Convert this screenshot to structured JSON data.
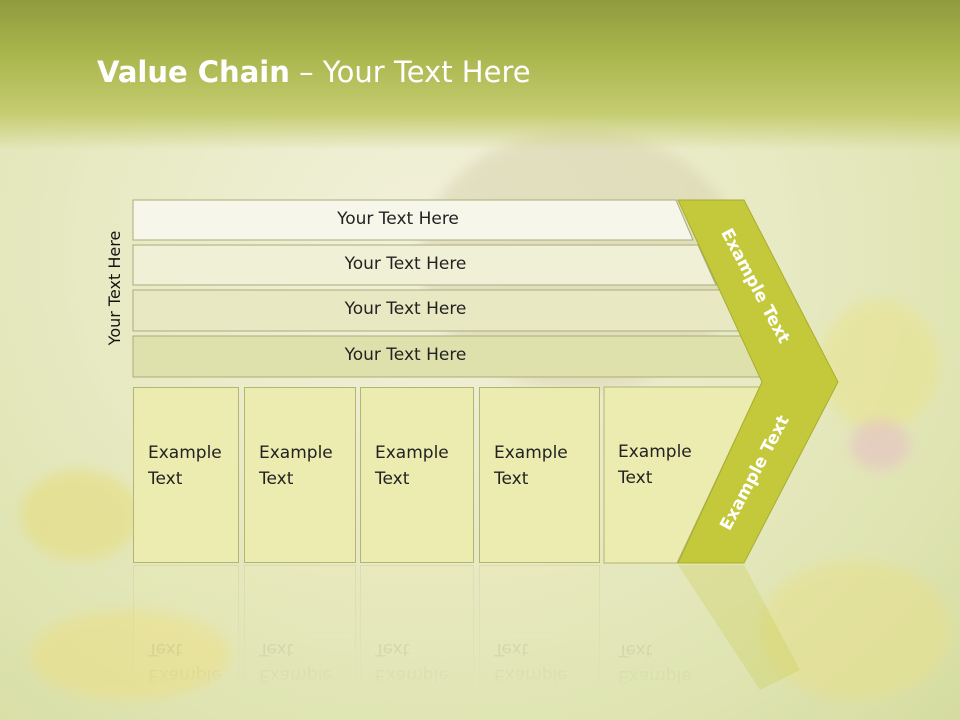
{
  "title": {
    "bold": "Value Chain",
    "rest": " – Your Text Here"
  },
  "side_label": "Your Text Here",
  "bars": [
    {
      "label": "Your Text Here"
    },
    {
      "label": "Your Text Here"
    },
    {
      "label": "Your Text Here"
    },
    {
      "label": "Your Text Here"
    }
  ],
  "columns": [
    {
      "line1": "Example",
      "line2": "Text"
    },
    {
      "line1": "Example",
      "line2": "Text"
    },
    {
      "line1": "Example",
      "line2": "Text"
    },
    {
      "line1": "Example",
      "line2": "Text"
    },
    {
      "line1": "Example",
      "line2": "Text"
    }
  ],
  "arrow": {
    "upper_label": "Example Text",
    "lower_label": "Example Text"
  },
  "colors": {
    "arrow": "#c4c93c",
    "title_band": "#a8b54c"
  }
}
